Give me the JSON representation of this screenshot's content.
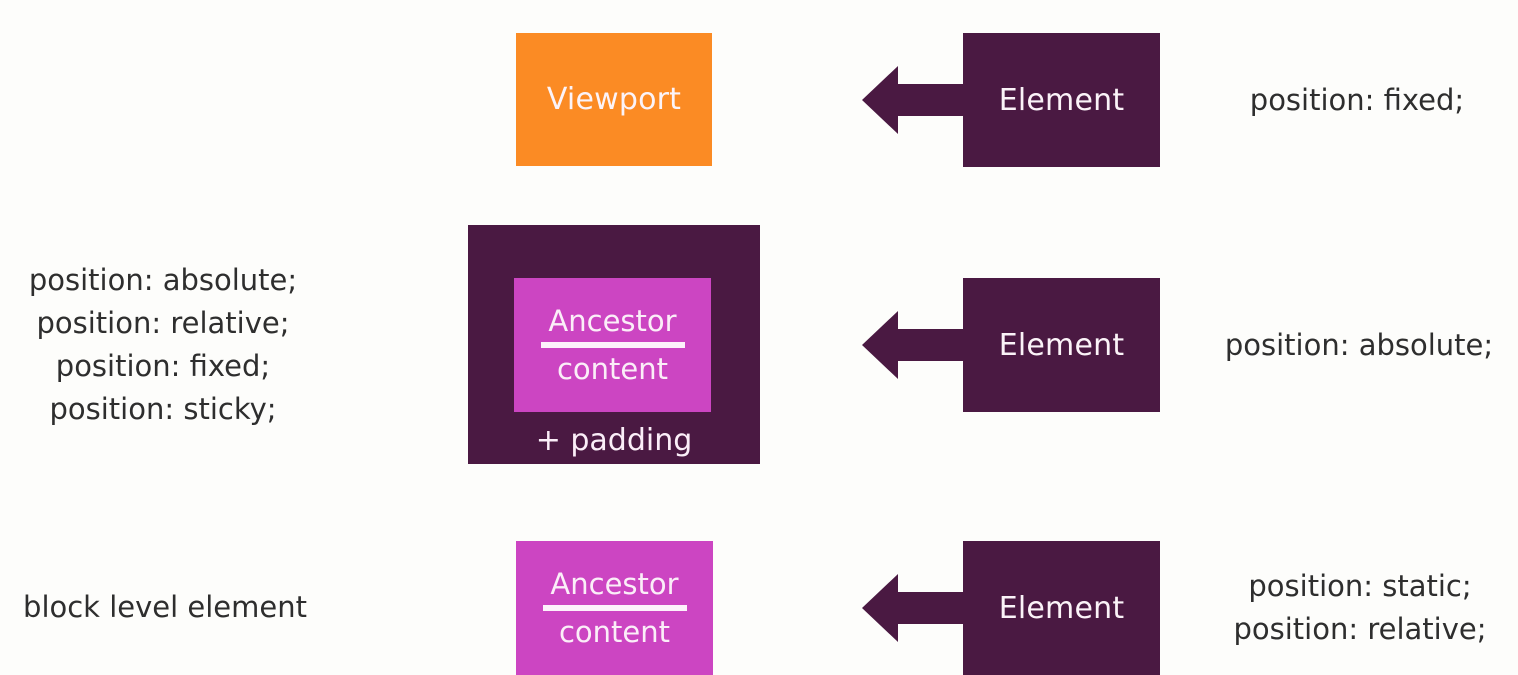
{
  "colors": {
    "background": "#fdfdfb",
    "viewport_orange": "#fb8b24",
    "dark_purple": "#4a1942",
    "magenta": "#cc45c2",
    "caption_text": "#2e2e2e"
  },
  "rows": [
    {
      "target": {
        "label": "Viewport",
        "icon": "viewport-box"
      },
      "arrow_icon": "arrow-left-icon",
      "element": {
        "label": "Element"
      },
      "element_position": [
        "position: fixed;"
      ],
      "ancestor_condition": []
    },
    {
      "target": {
        "label_top": "Ancestor",
        "label_bottom": "content",
        "padding_label": "+ padding"
      },
      "arrow_icon": "arrow-left-icon",
      "element": {
        "label": "Element"
      },
      "element_position": [
        "position: absolute;"
      ],
      "ancestor_condition": [
        "position: absolute;",
        "position: relative;",
        "position: fixed;",
        "position: sticky;"
      ]
    },
    {
      "target": {
        "label_top": "Ancestor",
        "label_bottom": "content"
      },
      "arrow_icon": "arrow-left-icon",
      "element": {
        "label": "Element"
      },
      "element_position": [
        "position: static;",
        "position: relative;"
      ],
      "ancestor_condition": [
        "block level element"
      ]
    }
  ]
}
